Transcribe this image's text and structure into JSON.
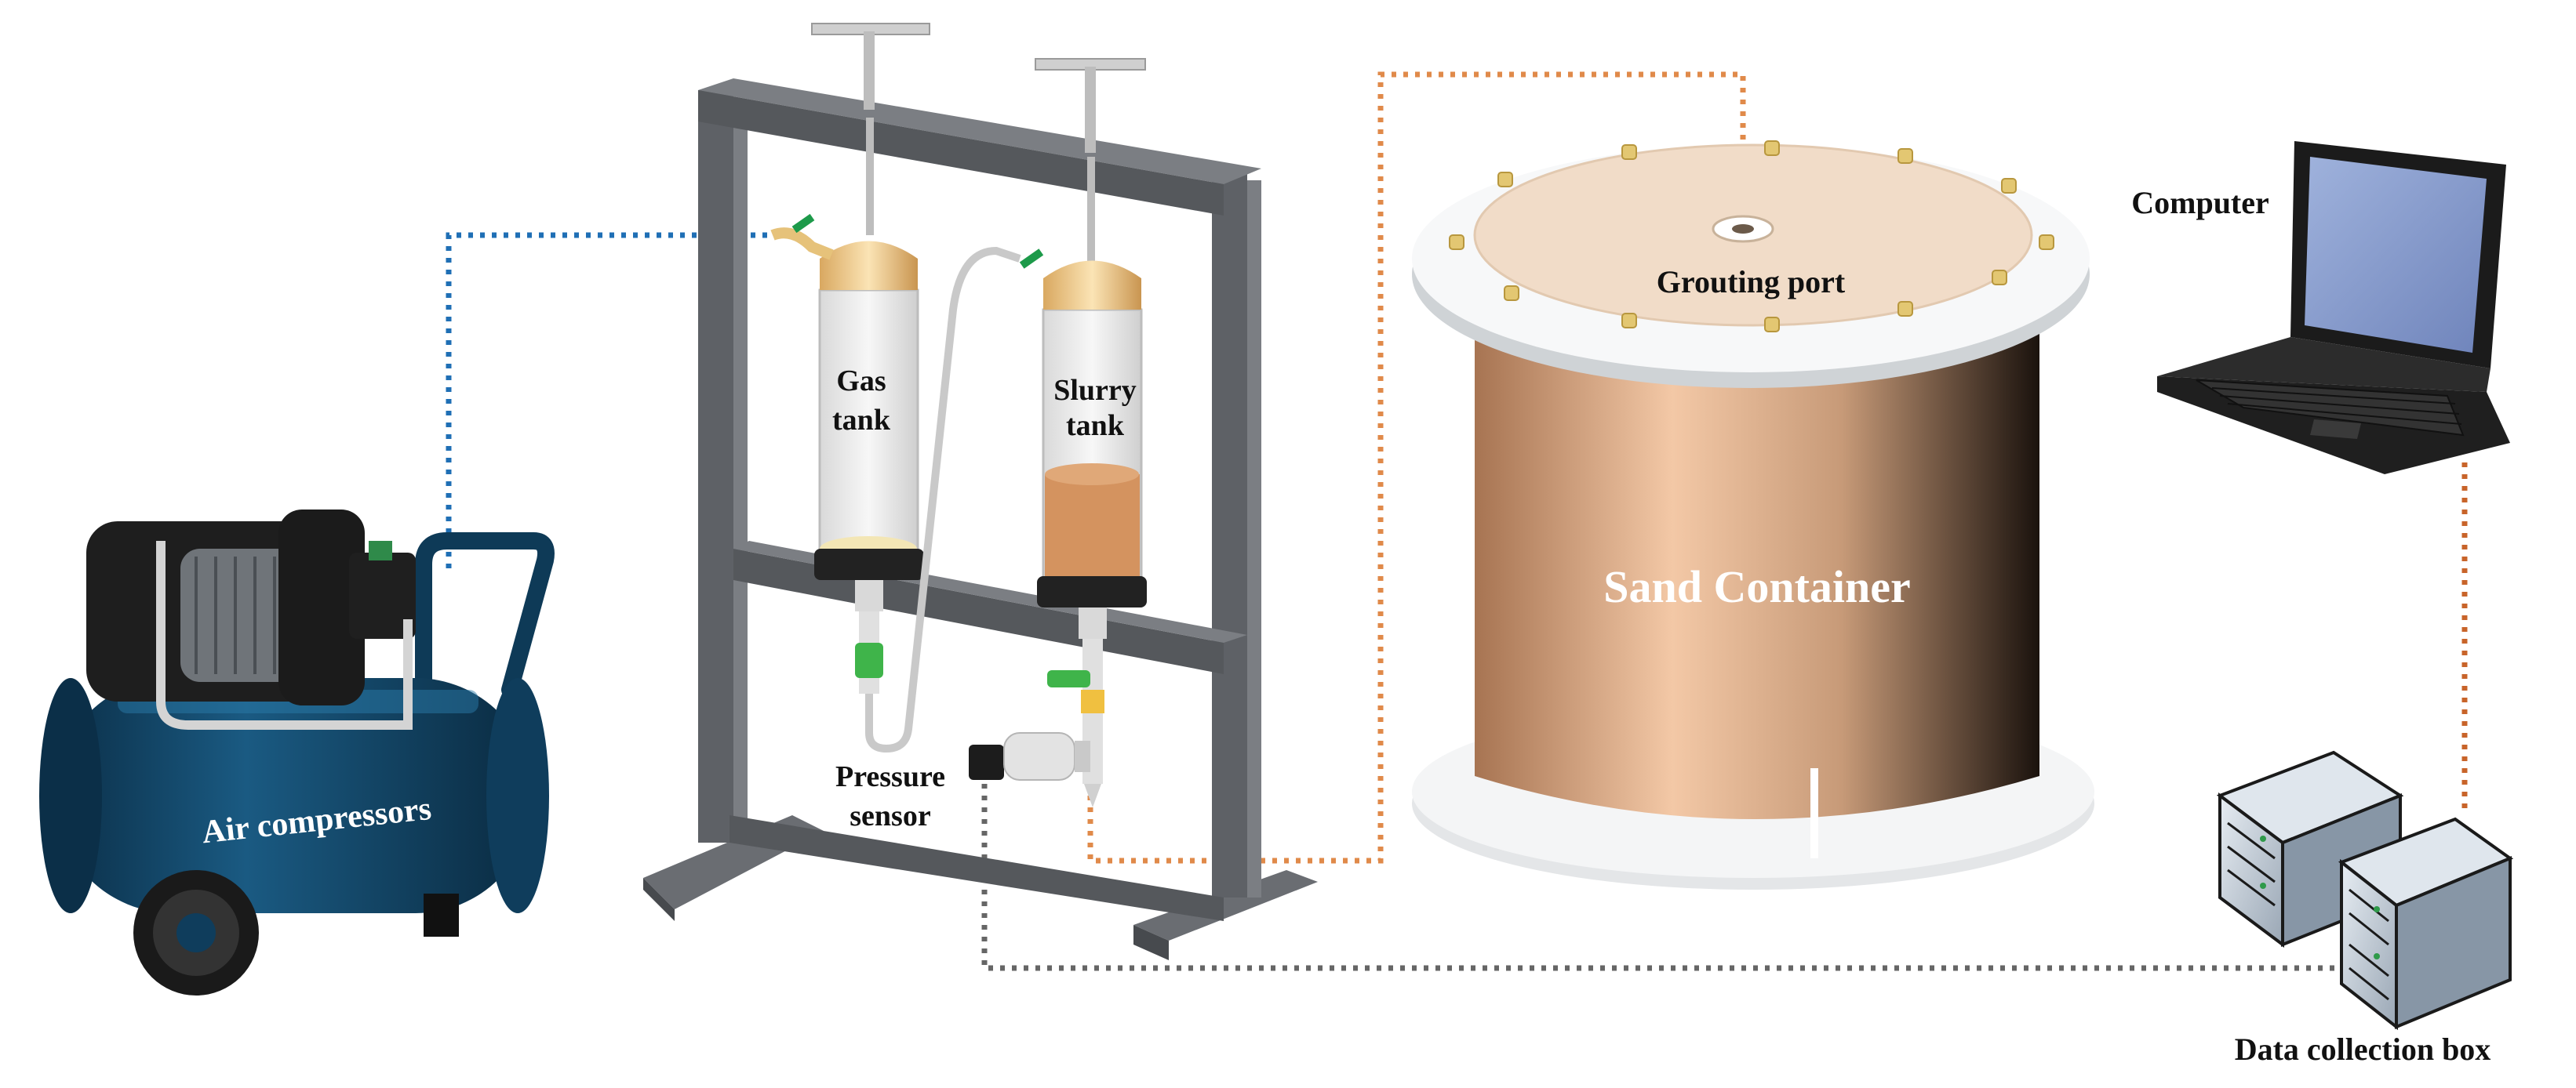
{
  "labels": {
    "air_compressors": "Air compressors",
    "gas_tank_line1": "Gas",
    "gas_tank_line2": "tank",
    "slurry_tank_line1": "Slurry",
    "slurry_tank_line2": "tank",
    "pressure_sensor_line1": "Pressure",
    "pressure_sensor_line2": "sensor",
    "grouting_port": "Grouting port",
    "sand_container": "Sand Container",
    "computer": "Computer",
    "data_collection_box": "Data collection box"
  },
  "connections": [
    {
      "from": "air-compressor",
      "to": "gas-tank",
      "style": "dotted",
      "color": "#1f6fb5"
    },
    {
      "from": "slurry-tank",
      "to": "grouting-port",
      "style": "dotted",
      "color": "#e08a4a"
    },
    {
      "from": "data-collection-box",
      "to": "computer",
      "style": "dotted",
      "color": "#c8642a"
    },
    {
      "from": "pressure-sensor",
      "to": "data-collection-box",
      "style": "dotted",
      "color": "#666666"
    }
  ],
  "colors": {
    "compressor_body": "#0f3d5c",
    "frame": "#5b5e63",
    "sand_top": "#f1dcc8",
    "container_wall_light": "#f3c8a6",
    "container_wall_dark": "#2a1a12",
    "slurry": "#d4935f",
    "laptop_screen": "#7e93c8"
  }
}
